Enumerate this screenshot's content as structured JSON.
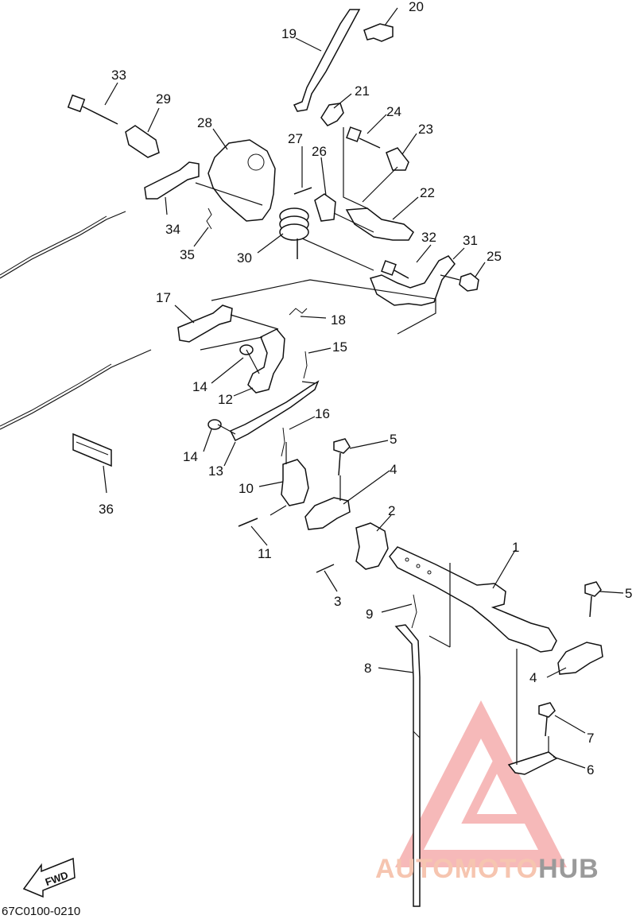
{
  "diagram": {
    "code": "67C0100-0210",
    "fwd_label": "FWD",
    "callouts": {
      "n1": "1",
      "n2": "2",
      "n3": "3",
      "n4a": "4",
      "n4b": "4",
      "n5a": "5",
      "n5b": "5",
      "n6": "6",
      "n7": "7",
      "n8": "8",
      "n9": "9",
      "n10": "10",
      "n11": "11",
      "n12": "12",
      "n13": "13",
      "n14a": "14",
      "n14b": "14",
      "n15": "15",
      "n16": "16",
      "n17": "17",
      "n18": "18",
      "n19": "19",
      "n20": "20",
      "n21": "21",
      "n22": "22",
      "n23": "23",
      "n24": "24",
      "n25": "25",
      "n26": "26",
      "n27": "27",
      "n28": "28",
      "n29": "29",
      "n30": "30",
      "n31": "31",
      "n32": "32",
      "n33": "33",
      "n34": "34",
      "n35": "35",
      "n36": "36"
    }
  },
  "watermark": {
    "brand_part1": "AUTOMOTO",
    "brand_part2": "HUB",
    "colors": {
      "triangle": "#f08080",
      "text_light": "#f6c5b0",
      "text_dark": "#9a9a9a"
    }
  }
}
